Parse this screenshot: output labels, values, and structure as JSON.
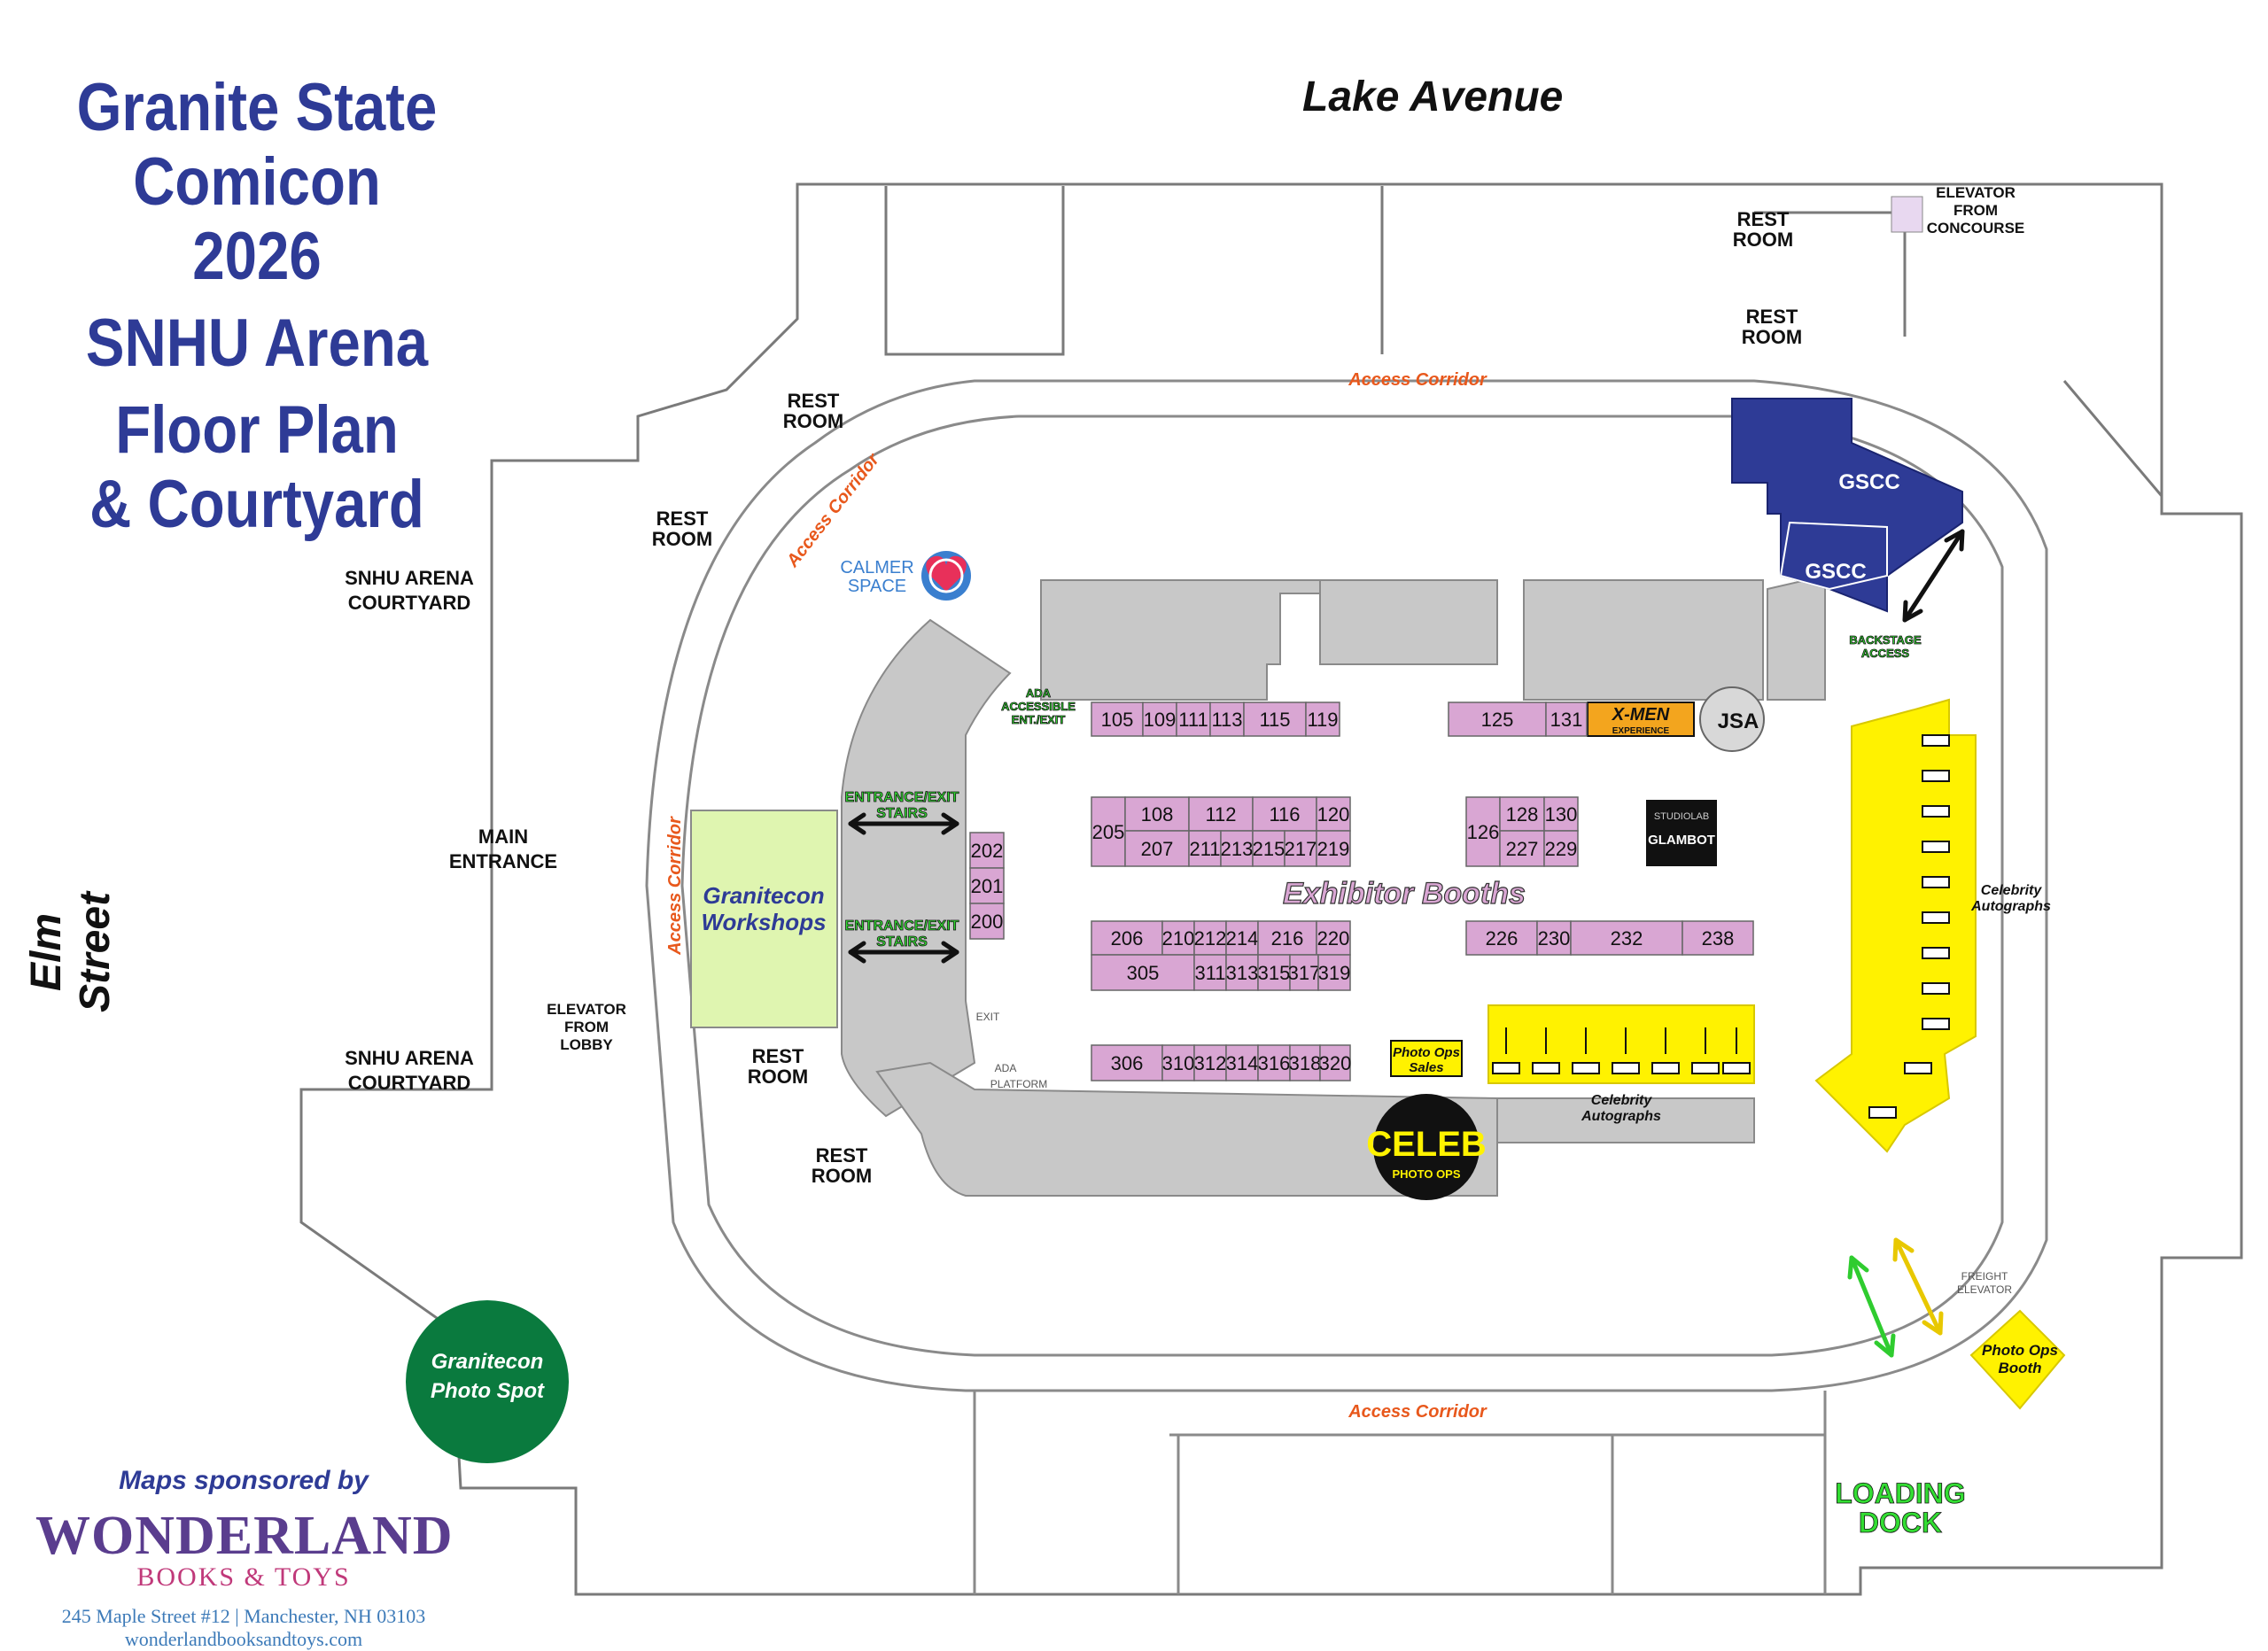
{
  "title": {
    "lines": [
      "Granite State",
      "Comicon 2026",
      "SNHU Arena",
      "Floor Plan",
      "& Courtyard"
    ]
  },
  "streets": {
    "north": "Lake Avenue",
    "west": "Elm Street"
  },
  "labels": {
    "access_corridor": "Access Corridor",
    "rest_room": [
      "REST",
      "ROOM"
    ],
    "elevator_concourse": [
      "ELEVATOR",
      "FROM",
      "CONCOURSE"
    ],
    "elevator_lobby": [
      "ELEVATOR",
      "FROM",
      "LOBBY"
    ],
    "courtyard": [
      "SNHU ARENA",
      "COURTYARD"
    ],
    "main_entrance": [
      "MAIN",
      "ENTRANCE"
    ],
    "calmer_space": [
      "CALMER",
      "SPACE"
    ],
    "ada_entry": [
      "ADA",
      "ACCESSIBLE",
      "ENT./EXIT"
    ],
    "entrance_stairs": [
      "ENTRANCE/EXIT",
      "STAIRS"
    ],
    "workshops": [
      "Granitecon",
      "Workshops"
    ],
    "exhibitor_booths": "Exhibitor Booths",
    "gscc": "GSCC",
    "backstage": [
      "BACKSTAGE",
      "ACCESS"
    ],
    "celebrity_autographs": [
      "Celebrity",
      "Autographs"
    ],
    "photo_ops_sales": [
      "Photo Ops",
      "Sales"
    ],
    "photo_ops_booth": [
      "Photo Ops",
      "Booth"
    ],
    "celeb_logo": [
      "CELEB",
      "PHOTO OPS"
    ],
    "xmen": [
      "X-MEN",
      "EXPERIENCE"
    ],
    "jsa": "JSA",
    "studiolab": [
      "STUDIOLAB",
      "GLAMBOT"
    ],
    "loading_dock": [
      "LOADING",
      "DOCK"
    ],
    "exit": "EXIT",
    "ada_platform": [
      "ADA",
      "PLATFORM"
    ],
    "freight_elevator": [
      "FREIGHT",
      "ELEVATOR"
    ],
    "photo_spot": [
      "Granitecon",
      "Photo Spot"
    ]
  },
  "booths": [
    {
      "id": "105"
    },
    {
      "id": "109"
    },
    {
      "id": "111"
    },
    {
      "id": "113"
    },
    {
      "id": "115"
    },
    {
      "id": "119"
    },
    {
      "id": "125"
    },
    {
      "id": "131"
    },
    {
      "id": "205"
    },
    {
      "id": "108"
    },
    {
      "id": "112"
    },
    {
      "id": "116"
    },
    {
      "id": "120"
    },
    {
      "id": "207"
    },
    {
      "id": "211"
    },
    {
      "id": "213"
    },
    {
      "id": "215"
    },
    {
      "id": "217"
    },
    {
      "id": "219"
    },
    {
      "id": "126"
    },
    {
      "id": "128"
    },
    {
      "id": "130"
    },
    {
      "id": "227"
    },
    {
      "id": "229"
    },
    {
      "id": "202"
    },
    {
      "id": "201"
    },
    {
      "id": "200"
    },
    {
      "id": "206"
    },
    {
      "id": "210"
    },
    {
      "id": "212"
    },
    {
      "id": "214"
    },
    {
      "id": "216"
    },
    {
      "id": "220"
    },
    {
      "id": "305"
    },
    {
      "id": "311"
    },
    {
      "id": "313"
    },
    {
      "id": "315"
    },
    {
      "id": "317"
    },
    {
      "id": "319"
    },
    {
      "id": "226"
    },
    {
      "id": "230"
    },
    {
      "id": "232"
    },
    {
      "id": "238"
    },
    {
      "id": "306"
    },
    {
      "id": "310"
    },
    {
      "id": "312"
    },
    {
      "id": "314"
    },
    {
      "id": "316"
    },
    {
      "id": "318"
    },
    {
      "id": "320"
    }
  ],
  "sponsor": {
    "by": "Maps sponsored by",
    "name": "WONDERLAND",
    "sub": "BOOKS & TOYS",
    "address": "245 Maple Street #12 | Manchester, NH 03103",
    "website": "wonderlandbooksandtoys.com"
  },
  "colors": {
    "booth": "#d9a6d3",
    "gscc": "#2e3b96",
    "autograph": "#fff200",
    "workshops": "#dff5b0",
    "seating": "#c8c8c8",
    "corridor_text": "#e8581c",
    "green_label": "#33dd33",
    "photo_spot": "#0a7a3e"
  }
}
